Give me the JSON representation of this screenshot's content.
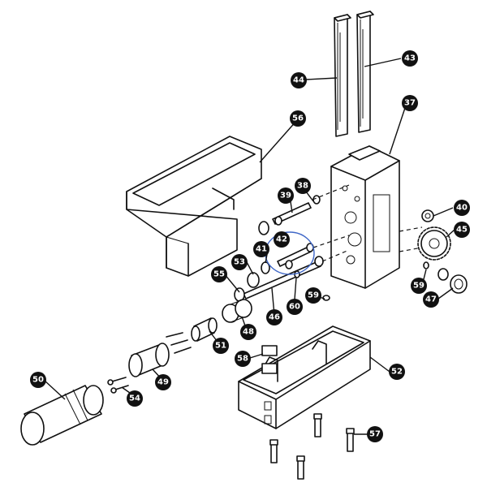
{
  "callouts": [
    {
      "id": "c44",
      "label": "44"
    },
    {
      "id": "c43",
      "label": "43"
    },
    {
      "id": "c37",
      "label": "37"
    },
    {
      "id": "c56",
      "label": "56"
    },
    {
      "id": "c38",
      "label": "38"
    },
    {
      "id": "c39",
      "label": "39"
    },
    {
      "id": "c40",
      "label": "40"
    },
    {
      "id": "c45",
      "label": "45"
    },
    {
      "id": "c41",
      "label": "41"
    },
    {
      "id": "c42",
      "label": "42"
    },
    {
      "id": "c53",
      "label": "53"
    },
    {
      "id": "c55",
      "label": "55"
    },
    {
      "id": "c59a",
      "label": "59"
    },
    {
      "id": "c59b",
      "label": "59"
    },
    {
      "id": "c47",
      "label": "47"
    },
    {
      "id": "c60",
      "label": "60"
    },
    {
      "id": "c46",
      "label": "46"
    },
    {
      "id": "c48",
      "label": "48"
    },
    {
      "id": "c51",
      "label": "51"
    },
    {
      "id": "c58",
      "label": "58"
    },
    {
      "id": "c52",
      "label": "52"
    },
    {
      "id": "c50",
      "label": "50"
    },
    {
      "id": "c49",
      "label": "49"
    },
    {
      "id": "c54",
      "label": "54"
    },
    {
      "id": "c57",
      "label": "57"
    }
  ],
  "highlight_color": "#3f67c7",
  "badge_color": "#111111"
}
